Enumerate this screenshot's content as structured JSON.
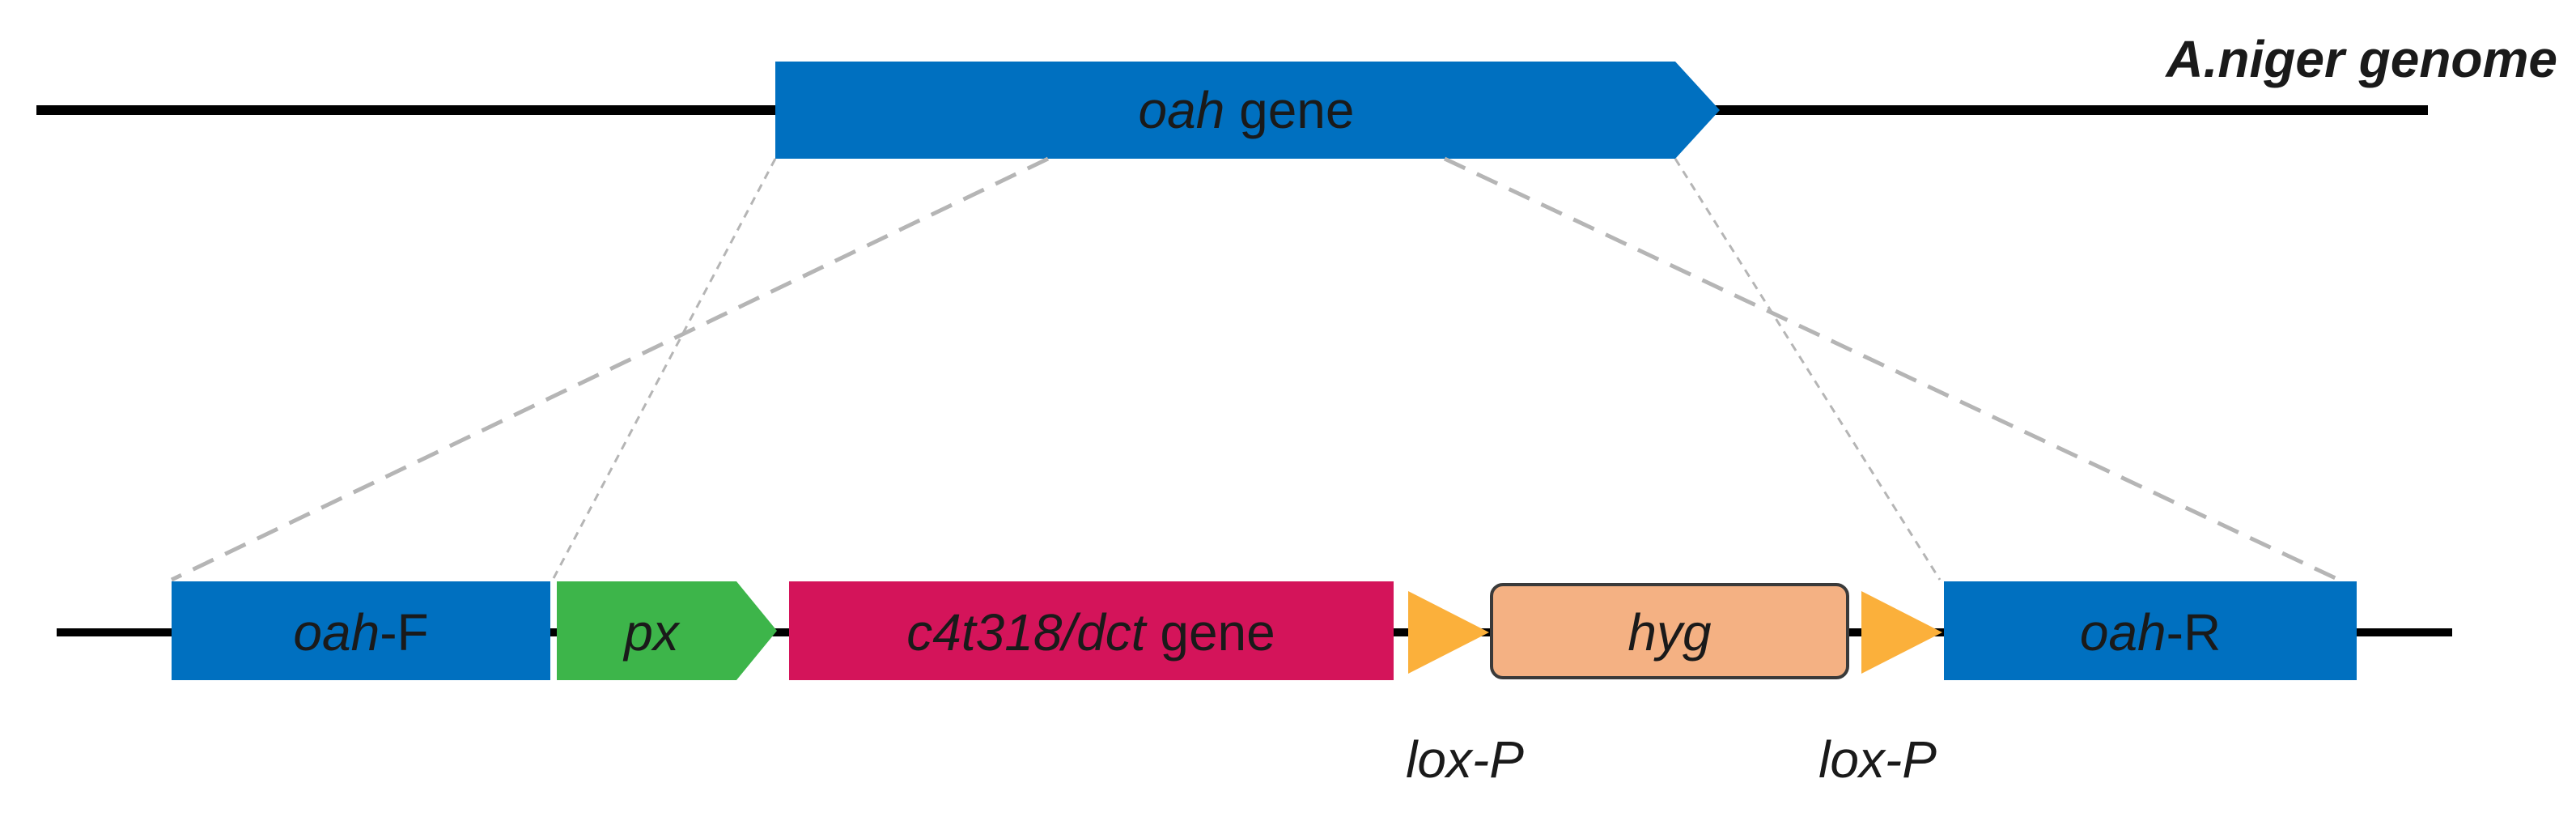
{
  "genome": {
    "title": "A.niger genome",
    "gene_italic": "oah",
    "gene_suffix": " gene"
  },
  "construct": {
    "oah_f": {
      "italic": "oah",
      "suffix": "-F"
    },
    "px": {
      "italic": "px"
    },
    "c4t": {
      "italic": "c4t318/dct",
      "suffix": " gene"
    },
    "hyg": {
      "italic": "hyg"
    },
    "lox_left": "lox-P",
    "lox_right": "lox-P",
    "oah_r": {
      "italic": "oah",
      "suffix": "-R"
    }
  },
  "colors": {
    "oah_blue": "#0070C0",
    "px_green": "#3DB54A",
    "c4t_magenta": "#D4145A",
    "hyg_peach": "#F4B183",
    "lox_orange": "#FBB03B",
    "line_black": "#000000",
    "dash_gray": "#B5B5B5"
  }
}
